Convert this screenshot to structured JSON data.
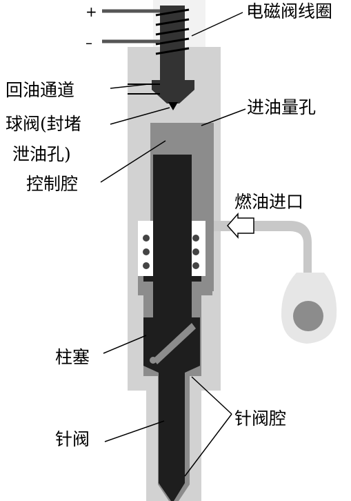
{
  "diagram": {
    "polarity": {
      "plus": "+",
      "minus": "–"
    },
    "labels": {
      "coil": "电磁阀线圈",
      "return_passage": "回油通道",
      "ball_valve_line1": "球阀(封堵",
      "ball_valve_line2": "泄油孔)",
      "inlet_orifice": "进油量孔",
      "control_chamber": "控制腔",
      "fuel_inlet": "燃油进口",
      "plunger": "柱塞",
      "needle_chamber": "针阀腔",
      "needle_valve": "针阀"
    },
    "colors": {
      "body": "#d2d2d2",
      "wall": "#8c8c8c",
      "core": "#1e1e1e",
      "solenoid": "#333333"
    }
  }
}
